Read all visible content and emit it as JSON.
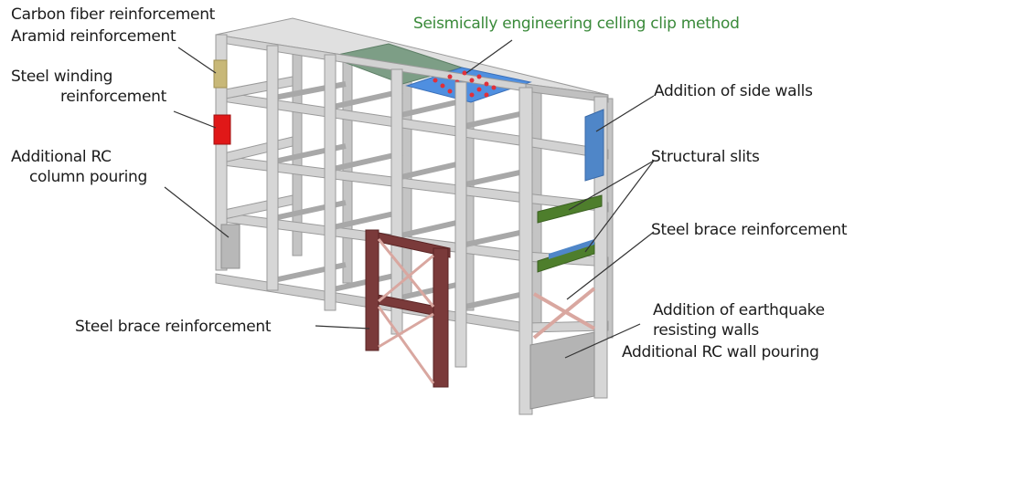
{
  "labels": {
    "carbon_fiber": "Carbon fiber reinforcement",
    "aramid": "Aramid reinforcement",
    "steel_winding_1": "Steel winding",
    "steel_winding_2": "reinforcement",
    "additional_rc_column_1": "Additional RC",
    "additional_rc_column_2": "column pouring",
    "steel_brace_left": "Steel brace reinforcement",
    "ceiling_clip": "Seismically engineering celling clip method",
    "side_walls": "Addition of side walls",
    "structural_slits": "Structural slits",
    "steel_brace_right": "Steel brace reinforcement",
    "earthquake_walls_1": "Addition of earthquake",
    "earthquake_walls_2": "resisting walls",
    "rc_wall_pouring": "Additional RC wall pouring"
  },
  "colors": {
    "concrete": "#d2d2d2",
    "concrete_shade": "#b4b4b4",
    "steel_frame": "#7a3a3a",
    "brace": "#d9a7a0",
    "glass_panel": "#7d9e86",
    "ceiling_panel": "#4f8fe0",
    "clip_dots": "#e0303a",
    "side_wall": "#4f86c8",
    "slit": "#4e7e2c",
    "aramid_wrap": "#c8b878",
    "steel_winding": "#e01818",
    "label_green": "#3a8a3a"
  }
}
